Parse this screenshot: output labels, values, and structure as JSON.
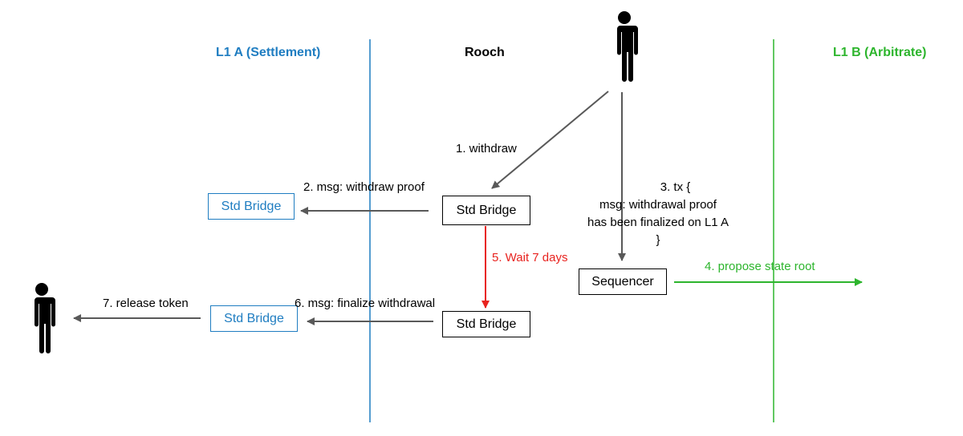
{
  "lanes": {
    "l1a": {
      "title": "L1 A (Settlement)",
      "color": "#1f7dc1"
    },
    "rooch": {
      "title": "Rooch",
      "color": "#000000"
    },
    "l1b": {
      "title": "L1 B (Arbitrate)",
      "color": "#2db52d"
    }
  },
  "nodes": {
    "rooch_bridge_top": "Std Bridge",
    "l1a_bridge_top": "Std Bridge",
    "sequencer": "Sequencer",
    "rooch_bridge_bottom": "Std Bridge",
    "l1a_bridge_bottom": "Std Bridge"
  },
  "actors": {
    "user_top": "person-icon",
    "user_left": "person-icon"
  },
  "steps": {
    "s1": "1. withdraw",
    "s2": "2. msg: withdraw proof",
    "s3_line1": "3. tx {",
    "s3_line2": "msg: withdrawal proof",
    "s3_line3": "has been finalized on L1 A",
    "s3_line4": "}",
    "s4": "4. propose state root",
    "s5": "5. Wait 7 days",
    "s6": "6. msg: finalize withdrawal",
    "s7": "7. release token"
  },
  "colors": {
    "arrow_gray": "#595959",
    "wait_red": "#e8231f",
    "propose_green": "#2db52d",
    "l1a_blue": "#1f7dc1"
  }
}
